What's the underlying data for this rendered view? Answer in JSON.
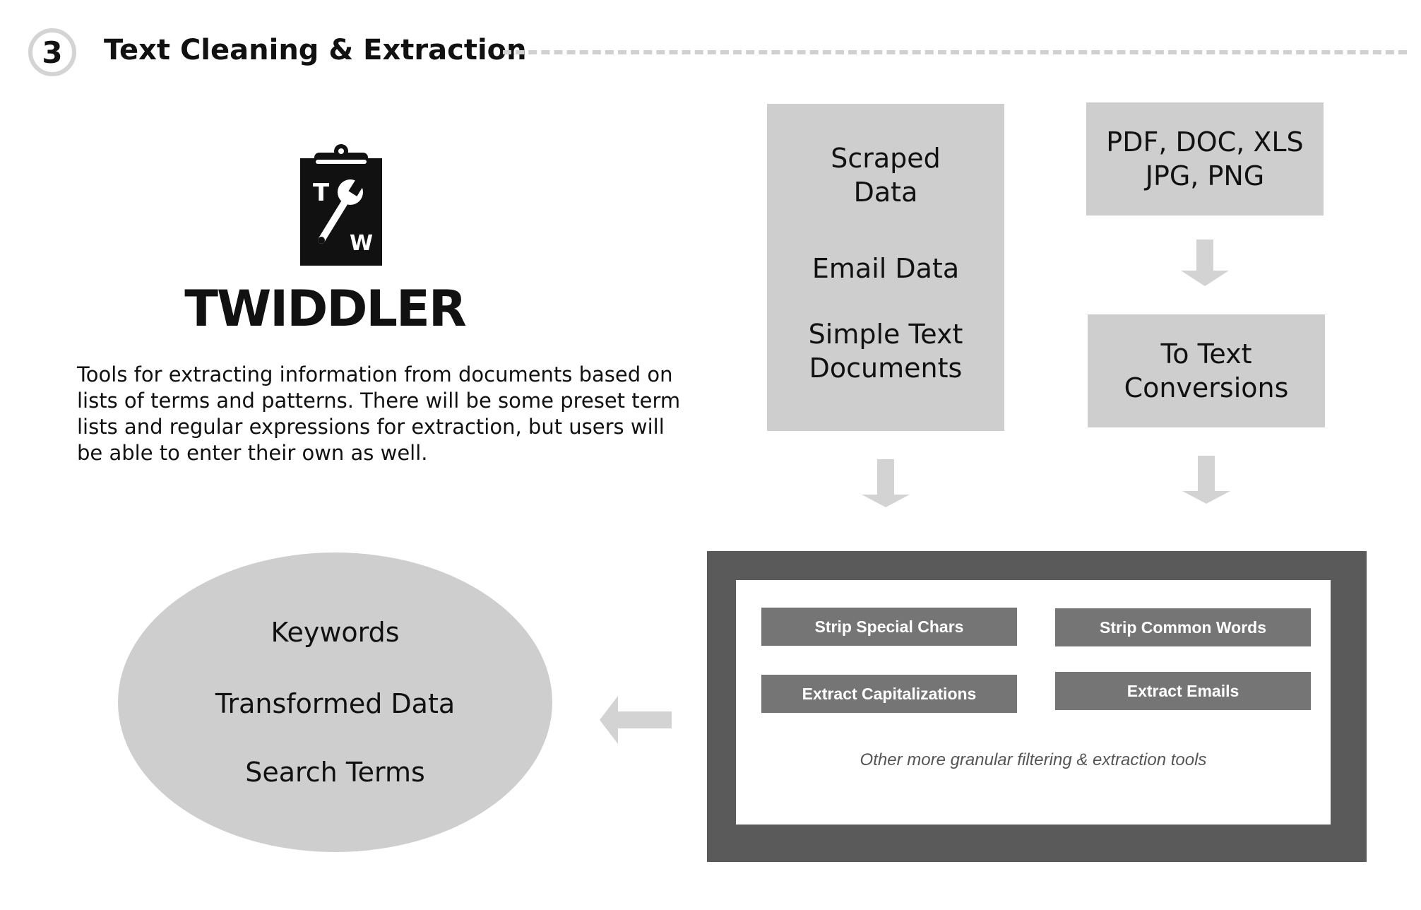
{
  "header": {
    "step_number": "3",
    "title": "Text Cleaning & Extraction"
  },
  "logo": {
    "letter_t": "T",
    "letter_w": "W",
    "brand_name": "TWIDDLER"
  },
  "description": "Tools for extracting information from documents based on lists of terms and patterns. There will be some preset term lists and regular expressions for extraction, but users will be able to enter their own as well.",
  "sources": {
    "scraped": [
      "Scraped",
      "Data"
    ],
    "email": "Email Data",
    "simple": [
      "Simple Text",
      "Documents"
    ]
  },
  "file_types": [
    "PDF, DOC, XLS",
    "JPG, PNG"
  ],
  "conversion": [
    "To Text",
    "Conversions"
  ],
  "tools": {
    "strip_special": "Strip Special Chars",
    "strip_common": "Strip Common Words",
    "extract_caps": "Extract Capitalizations",
    "extract_emails": "Extract Emails",
    "note": "Other more granular filtering & extraction tools"
  },
  "outputs": [
    "Keywords",
    "Transformed Data",
    "Search Terms"
  ],
  "colors": {
    "box_gray": "#cecece",
    "arrow_gray": "#d3d3d3",
    "frame_dark": "#5a5a5a",
    "tool_button": "#757575"
  }
}
